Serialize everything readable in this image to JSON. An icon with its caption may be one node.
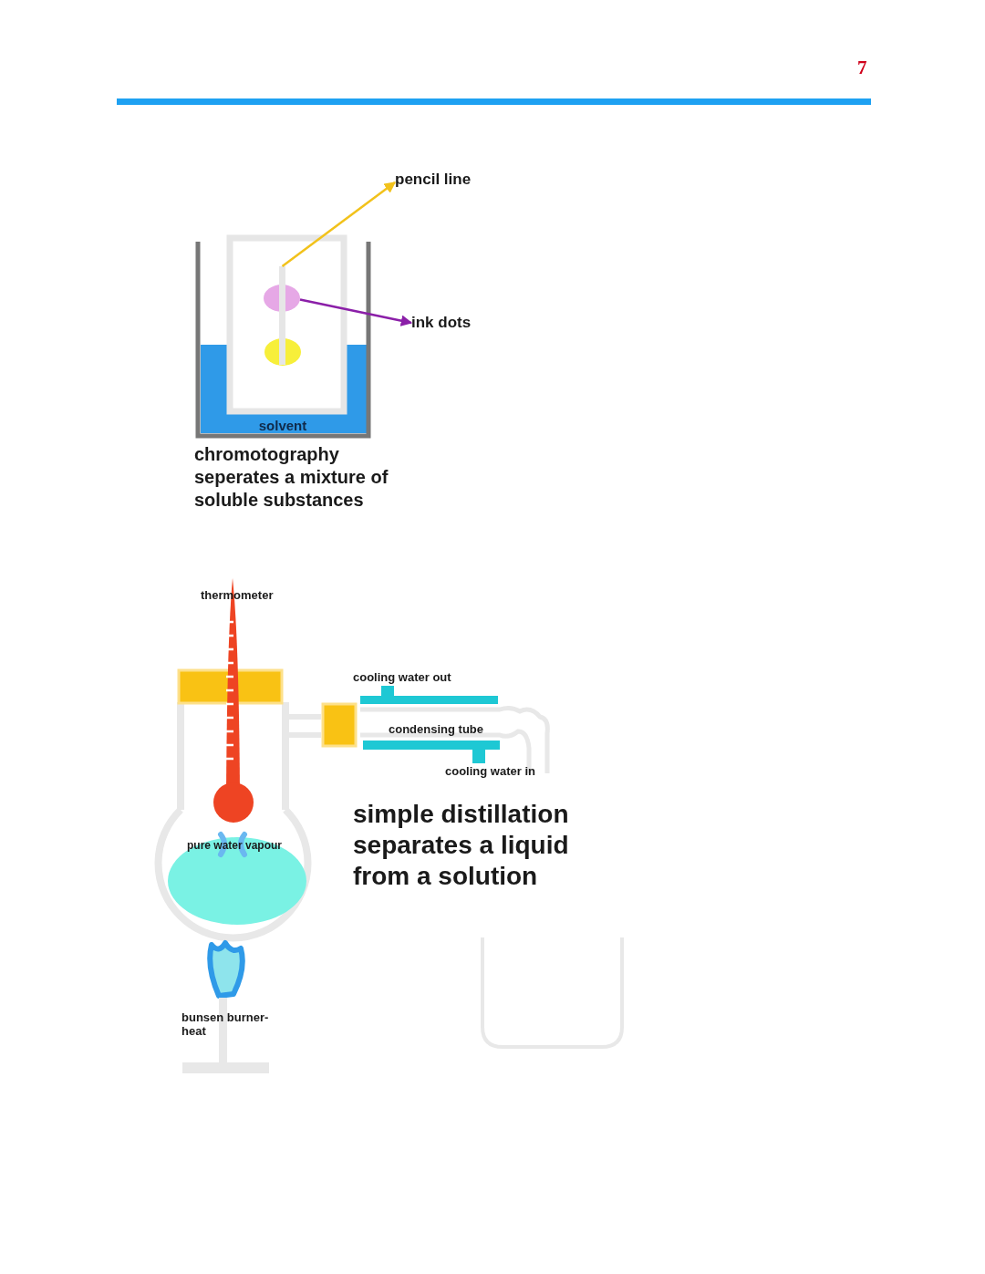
{
  "diagram": {
    "nodes": [
      {
        "text": [
          "pencil line"
        ]
      },
      {
        "text": [],
        "shape": "bar"
      },
      {
        "text": [
          "ink dots"
        ]
      },
      {
        "text": [],
        "shape": "circle"
      }
    ],
    "edges": [
      {
        "from": 1,
        "to": 0,
        "arrow": "to",
        "color": "#f2c21b"
      },
      {
        "from": 3,
        "to": 2,
        "arrow": "to",
        "color": "#8b1fa8"
      }
    ],
    "labels": [
      "7",
      "solvent",
      "chromotography seperates a mixture of soluble substances",
      "thermometer",
      "cooling water out",
      "condensing tube",
      "cooling water in",
      "pure water vapour",
      "simple distillation separates a liquid from a solution",
      "bunsen burner- heat"
    ]
  }
}
